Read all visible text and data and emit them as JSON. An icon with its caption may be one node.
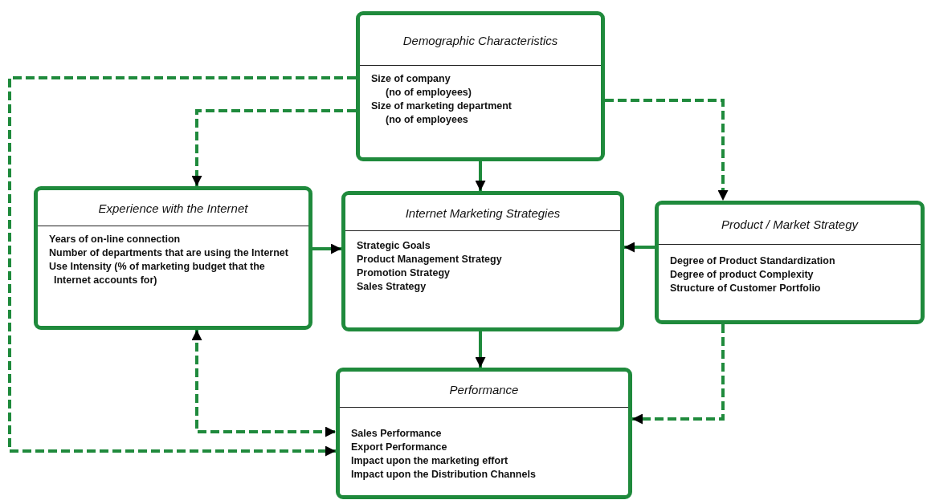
{
  "diagram": {
    "nodes": [
      {
        "text": [
          "Demographic Characteristics",
          "Size of company",
          "(no of employees)",
          "Size of marketing department",
          "(no of employees"
        ]
      },
      {
        "text": [
          "Experience with the Internet",
          "Years of on-line connection",
          "Number of departments that are using the Internet",
          "Use Intensity (% of marketing budget that the Internet accounts for)"
        ]
      },
      {
        "text": [
          "Internet Marketing Strategies",
          "Strategic Goals",
          "Product Management Strategy",
          "Promotion Strategy",
          "Sales Strategy"
        ]
      },
      {
        "text": [
          "Product / Market Strategy",
          "Degree of Product Standardization",
          "Degree of product Complexity",
          "Structure of Customer Portfolio"
        ]
      },
      {
        "text": [
          "Performance",
          "Sales Performance",
          "Export Performance",
          "Impact upon the marketing effort",
          "Impact upon the Distribution Channels"
        ]
      }
    ],
    "edges": [
      {
        "from": 0,
        "to": 1,
        "arrow": "to",
        "style": "dashed"
      },
      {
        "from": 0,
        "to": 4,
        "arrow": "to",
        "style": "dashed"
      },
      {
        "from": 0,
        "to": 2,
        "arrow": "to"
      },
      {
        "from": 0,
        "to": 3,
        "arrow": "to",
        "style": "dashed"
      },
      {
        "from": 1,
        "to": 2,
        "arrow": "to"
      },
      {
        "from": 3,
        "to": 2,
        "arrow": "to"
      },
      {
        "from": 2,
        "to": 4,
        "arrow": "to"
      },
      {
        "from": 1,
        "to": 4,
        "arrow": "both",
        "style": "dashed"
      },
      {
        "from": 3,
        "to": 4,
        "arrow": "to",
        "style": "dashed"
      }
    ]
  }
}
